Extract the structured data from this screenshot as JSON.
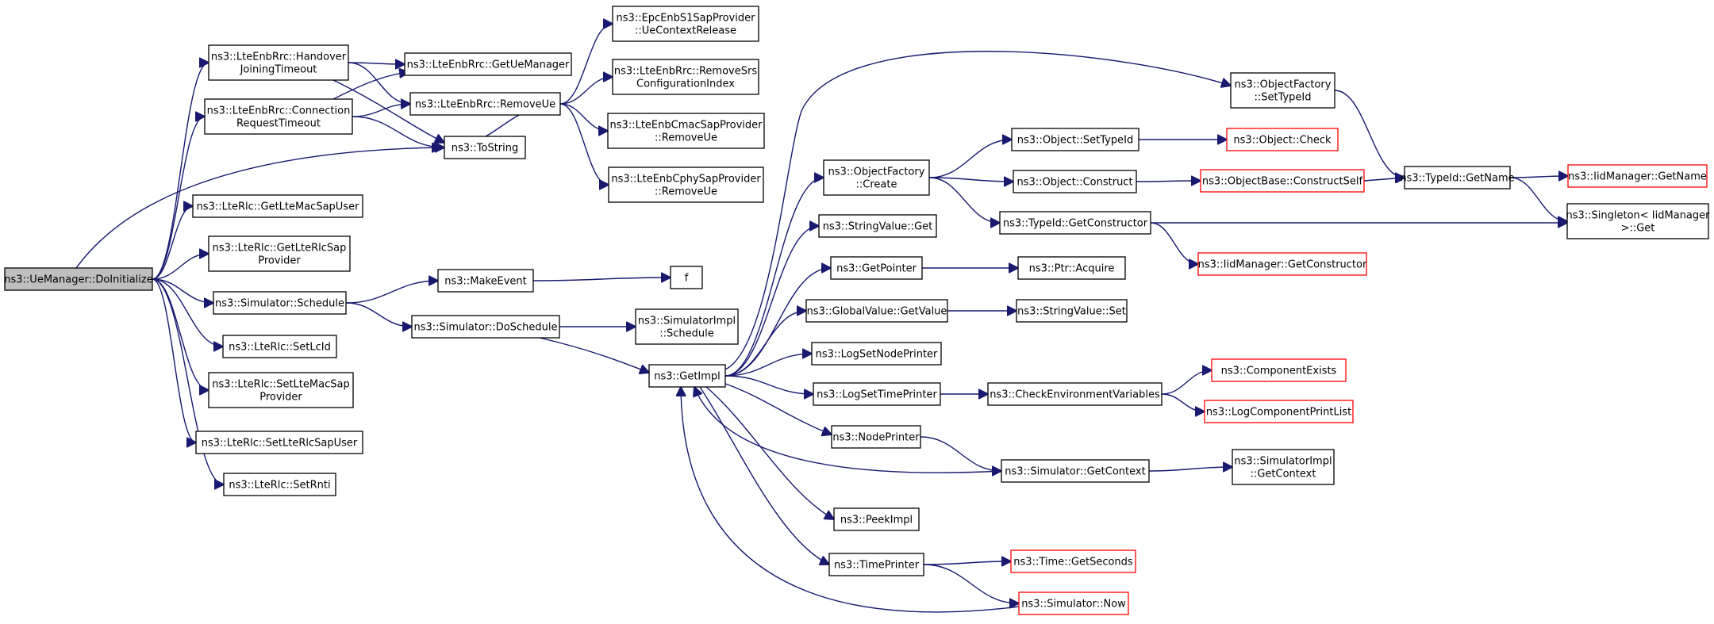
{
  "colors": {
    "edge": "#191970",
    "root_fill": "#bfbfbf",
    "truncated_border": "#ff0000",
    "border": "#000000"
  },
  "nodes": [
    {
      "id": "n0",
      "lines": [
        "ns3::UeManager::DoInitialize"
      ],
      "root": true
    },
    {
      "id": "n1",
      "lines": [
        "ns3::LteEnbRrc::Handover",
        "JoiningTimeout"
      ]
    },
    {
      "id": "n2",
      "lines": [
        "ns3::LteEnbRrc::Connection",
        "RequestTimeout"
      ]
    },
    {
      "id": "n3",
      "lines": [
        "ns3::LteRlc::GetLteMacSapUser"
      ]
    },
    {
      "id": "n4",
      "lines": [
        "ns3::LteRlc::GetLteRlcSap",
        "Provider"
      ]
    },
    {
      "id": "n5",
      "lines": [
        "ns3::Simulator::Schedule"
      ]
    },
    {
      "id": "n6",
      "lines": [
        "ns3::LteRlc::SetLcId"
      ]
    },
    {
      "id": "n7",
      "lines": [
        "ns3::LteRlc::SetLteMacSap",
        "Provider"
      ]
    },
    {
      "id": "n8",
      "lines": [
        "ns3::LteRlc::SetLteRlcSapUser"
      ]
    },
    {
      "id": "n9",
      "lines": [
        "ns3::LteRlc::SetRnti"
      ]
    },
    {
      "id": "n10",
      "lines": [
        "ns3::LteEnbRrc::GetUeManager"
      ]
    },
    {
      "id": "n11",
      "lines": [
        "ns3::LteEnbRrc::RemoveUe"
      ]
    },
    {
      "id": "n12",
      "lines": [
        "ns3::ToString"
      ]
    },
    {
      "id": "n13",
      "lines": [
        "ns3::MakeEvent"
      ]
    },
    {
      "id": "n14",
      "lines": [
        "ns3::Simulator::DoSchedule"
      ]
    },
    {
      "id": "n15",
      "lines": [
        "ns3::EpcEnbS1SapProvider",
        "::UeContextRelease"
      ]
    },
    {
      "id": "n16",
      "lines": [
        "ns3::LteEnbRrc::RemoveSrs",
        "ConfigurationIndex"
      ]
    },
    {
      "id": "n17",
      "lines": [
        "ns3::LteEnbCmacSapProvider",
        "::RemoveUe"
      ]
    },
    {
      "id": "n18",
      "lines": [
        "ns3::LteEnbCphySapProvider",
        "::RemoveUe"
      ]
    },
    {
      "id": "n19",
      "lines": [
        "f"
      ]
    },
    {
      "id": "n20",
      "lines": [
        "ns3::SimulatorImpl",
        "::Schedule"
      ]
    },
    {
      "id": "n21",
      "lines": [
        "ns3::GetImpl"
      ]
    },
    {
      "id": "n22",
      "lines": [
        "ns3::ObjectFactory",
        "::Create"
      ]
    },
    {
      "id": "n23",
      "lines": [
        "ns3::StringValue::Get"
      ]
    },
    {
      "id": "n24",
      "lines": [
        "ns3::GetPointer"
      ]
    },
    {
      "id": "n25",
      "lines": [
        "ns3::GlobalValue::GetValue"
      ]
    },
    {
      "id": "n26",
      "lines": [
        "ns3::LogSetNodePrinter"
      ]
    },
    {
      "id": "n27",
      "lines": [
        "ns3::LogSetTimePrinter"
      ]
    },
    {
      "id": "n28",
      "lines": [
        "ns3::NodePrinter"
      ]
    },
    {
      "id": "n29",
      "lines": [
        "ns3::PeekImpl"
      ]
    },
    {
      "id": "n30",
      "lines": [
        "ns3::TimePrinter"
      ]
    },
    {
      "id": "n31",
      "lines": [
        "ns3::ObjectFactory",
        "::SetTypeId"
      ]
    },
    {
      "id": "n32",
      "lines": [
        "ns3::Object::SetTypeId"
      ]
    },
    {
      "id": "n33",
      "lines": [
        "ns3::Object::Construct"
      ]
    },
    {
      "id": "n34",
      "lines": [
        "ns3::TypeId::GetConstructor"
      ]
    },
    {
      "id": "n35",
      "lines": [
        "ns3::Ptr::Acquire"
      ]
    },
    {
      "id": "n36",
      "lines": [
        "ns3::StringValue::Set"
      ]
    },
    {
      "id": "n37",
      "lines": [
        "ns3::CheckEnvironmentVariables"
      ]
    },
    {
      "id": "n38",
      "lines": [
        "ns3::Simulator::GetContext"
      ]
    },
    {
      "id": "n39",
      "lines": [
        "ns3::Time::GetSeconds"
      ],
      "truncated": true
    },
    {
      "id": "n40",
      "lines": [
        "ns3::Simulator::Now"
      ],
      "truncated": true
    },
    {
      "id": "n41",
      "lines": [
        "ns3::Object::Check"
      ],
      "truncated": true
    },
    {
      "id": "n42",
      "lines": [
        "ns3::ObjectBase::ConstructSelf"
      ],
      "truncated": true
    },
    {
      "id": "n43",
      "lines": [
        "ns3::IidManager::GetConstructor"
      ],
      "truncated": true
    },
    {
      "id": "n44",
      "lines": [
        "ns3::ComponentExists"
      ],
      "truncated": true
    },
    {
      "id": "n45",
      "lines": [
        "ns3::LogComponentPrintList"
      ],
      "truncated": true
    },
    {
      "id": "n46",
      "lines": [
        "ns3::SimulatorImpl",
        "::GetContext"
      ]
    },
    {
      "id": "n47",
      "lines": [
        "ns3::TypeId::GetName"
      ]
    },
    {
      "id": "n48",
      "lines": [
        "ns3::IidManager::GetName"
      ],
      "truncated": true
    },
    {
      "id": "n49",
      "lines": [
        "ns3::Singleton< IidManager",
        ">::Get"
      ]
    }
  ],
  "edges": [
    [
      "n0",
      "n1"
    ],
    [
      "n0",
      "n2"
    ],
    [
      "n0",
      "n3"
    ],
    [
      "n0",
      "n4"
    ],
    [
      "n0",
      "n5"
    ],
    [
      "n0",
      "n6"
    ],
    [
      "n0",
      "n7"
    ],
    [
      "n0",
      "n8"
    ],
    [
      "n0",
      "n9"
    ],
    [
      "n0",
      "n12"
    ],
    [
      "n1",
      "n10"
    ],
    [
      "n1",
      "n11"
    ],
    [
      "n1",
      "n12"
    ],
    [
      "n2",
      "n10"
    ],
    [
      "n2",
      "n11"
    ],
    [
      "n2",
      "n12"
    ],
    [
      "n11",
      "n12"
    ],
    [
      "n11",
      "n15"
    ],
    [
      "n11",
      "n16"
    ],
    [
      "n11",
      "n17"
    ],
    [
      "n11",
      "n18"
    ],
    [
      "n5",
      "n13"
    ],
    [
      "n5",
      "n14"
    ],
    [
      "n13",
      "n19"
    ],
    [
      "n14",
      "n20"
    ],
    [
      "n14",
      "n21"
    ],
    [
      "n21",
      "n22"
    ],
    [
      "n21",
      "n23"
    ],
    [
      "n21",
      "n24"
    ],
    [
      "n21",
      "n25"
    ],
    [
      "n21",
      "n26"
    ],
    [
      "n21",
      "n27"
    ],
    [
      "n21",
      "n28"
    ],
    [
      "n21",
      "n29"
    ],
    [
      "n21",
      "n30"
    ],
    [
      "n21",
      "n31"
    ],
    [
      "n22",
      "n32"
    ],
    [
      "n22",
      "n33"
    ],
    [
      "n22",
      "n34"
    ],
    [
      "n24",
      "n35"
    ],
    [
      "n25",
      "n36"
    ],
    [
      "n27",
      "n37"
    ],
    [
      "n28",
      "n38"
    ],
    [
      "n30",
      "n39"
    ],
    [
      "n30",
      "n40"
    ],
    [
      "n38",
      "n21"
    ],
    [
      "n40",
      "n21"
    ],
    [
      "n31",
      "n47"
    ],
    [
      "n32",
      "n41"
    ],
    [
      "n33",
      "n42"
    ],
    [
      "n34",
      "n43"
    ],
    [
      "n34",
      "n49"
    ],
    [
      "n37",
      "n44"
    ],
    [
      "n37",
      "n45"
    ],
    [
      "n38",
      "n46"
    ],
    [
      "n42",
      "n47"
    ],
    [
      "n47",
      "n48"
    ],
    [
      "n47",
      "n49"
    ]
  ]
}
